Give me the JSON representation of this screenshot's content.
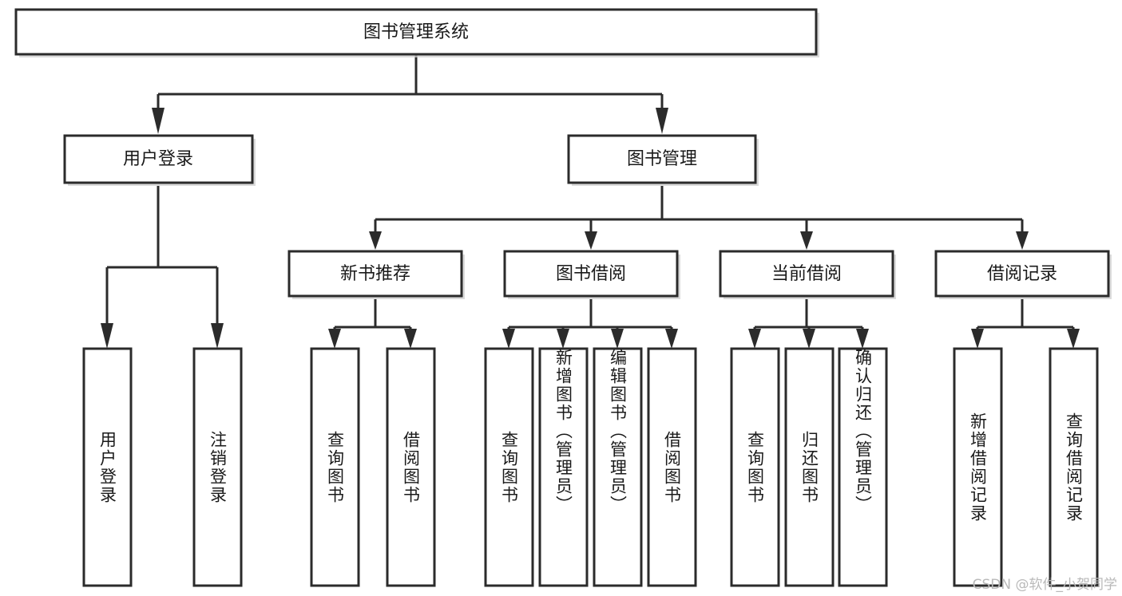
{
  "diagram": {
    "type": "tree",
    "title": "图书管理系统",
    "orientation": "top-down",
    "colors": {
      "box_fill": "#ffffff",
      "box_stroke": "#2b2b2b",
      "connector": "#2b2b2b",
      "text": "#1a1a1a",
      "watermark": "#b9b9b9"
    },
    "root": {
      "label": "图书管理系统"
    },
    "level2": [
      {
        "label": "用户登录"
      },
      {
        "label": "图书管理"
      }
    ],
    "level3": [
      {
        "label": "新书推荐"
      },
      {
        "label": "图书借阅"
      },
      {
        "label": "当前借阅"
      },
      {
        "label": "借阅记录"
      }
    ],
    "leaves": {
      "user_login": [
        {
          "label": "用户登录"
        },
        {
          "label": "注销登录"
        }
      ],
      "new_book_recommend": [
        {
          "label": "查询图书"
        },
        {
          "label": "借阅图书"
        }
      ],
      "book_borrow": [
        {
          "label": "查询图书"
        },
        {
          "label": "新增图书（管理员）"
        },
        {
          "label": "编辑图书（管理员）"
        },
        {
          "label": "借阅图书"
        }
      ],
      "current_borrow": [
        {
          "label": "查询图书"
        },
        {
          "label": "归还图书"
        },
        {
          "label": "确认归还（管理员）"
        }
      ],
      "borrow_record": [
        {
          "label": "新增借阅记录"
        },
        {
          "label": "查询借阅记录"
        }
      ]
    }
  },
  "watermark": {
    "text": "CSDN @软件_小贺同学"
  }
}
